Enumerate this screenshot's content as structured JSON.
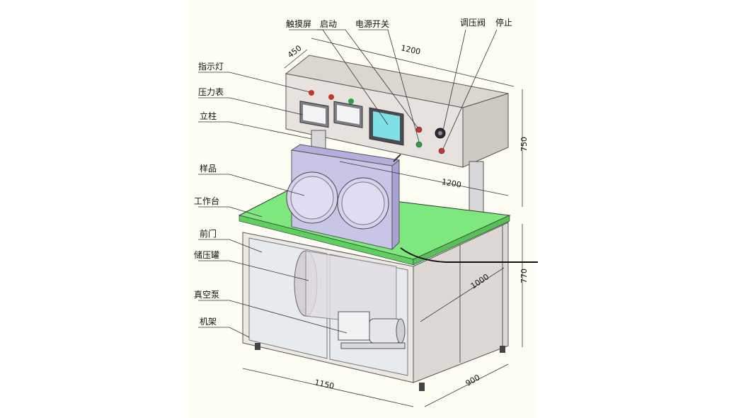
{
  "colors": {
    "paper": "#fefdf3",
    "worktop": "#7ee87f",
    "screen": "#7fe0e6",
    "sample_plate": "#c9c5e6",
    "panel": "#e7e2de",
    "frame": "#ece8e4"
  },
  "labels": {
    "indicator": "指示灯",
    "pressure_gauge": "压力表",
    "column": "立柱",
    "sample": "样品",
    "worktable": "工作台",
    "front_door": "前门",
    "pressure_tank": "储压罐",
    "vacuum_pump": "真空泵",
    "frame": "机架",
    "touchscreen": "触摸屏",
    "start": "启动",
    "power_switch": "电源开关",
    "pressure_valve": "调压阀",
    "stop": "停止"
  },
  "dimensions": {
    "panel_depth": "450",
    "panel_width": "1200",
    "panel_height": "750",
    "table_width_inner": "1200",
    "table_depth_inner": "1000",
    "table_height": "770",
    "base_width": "1150",
    "base_depth": "900"
  }
}
